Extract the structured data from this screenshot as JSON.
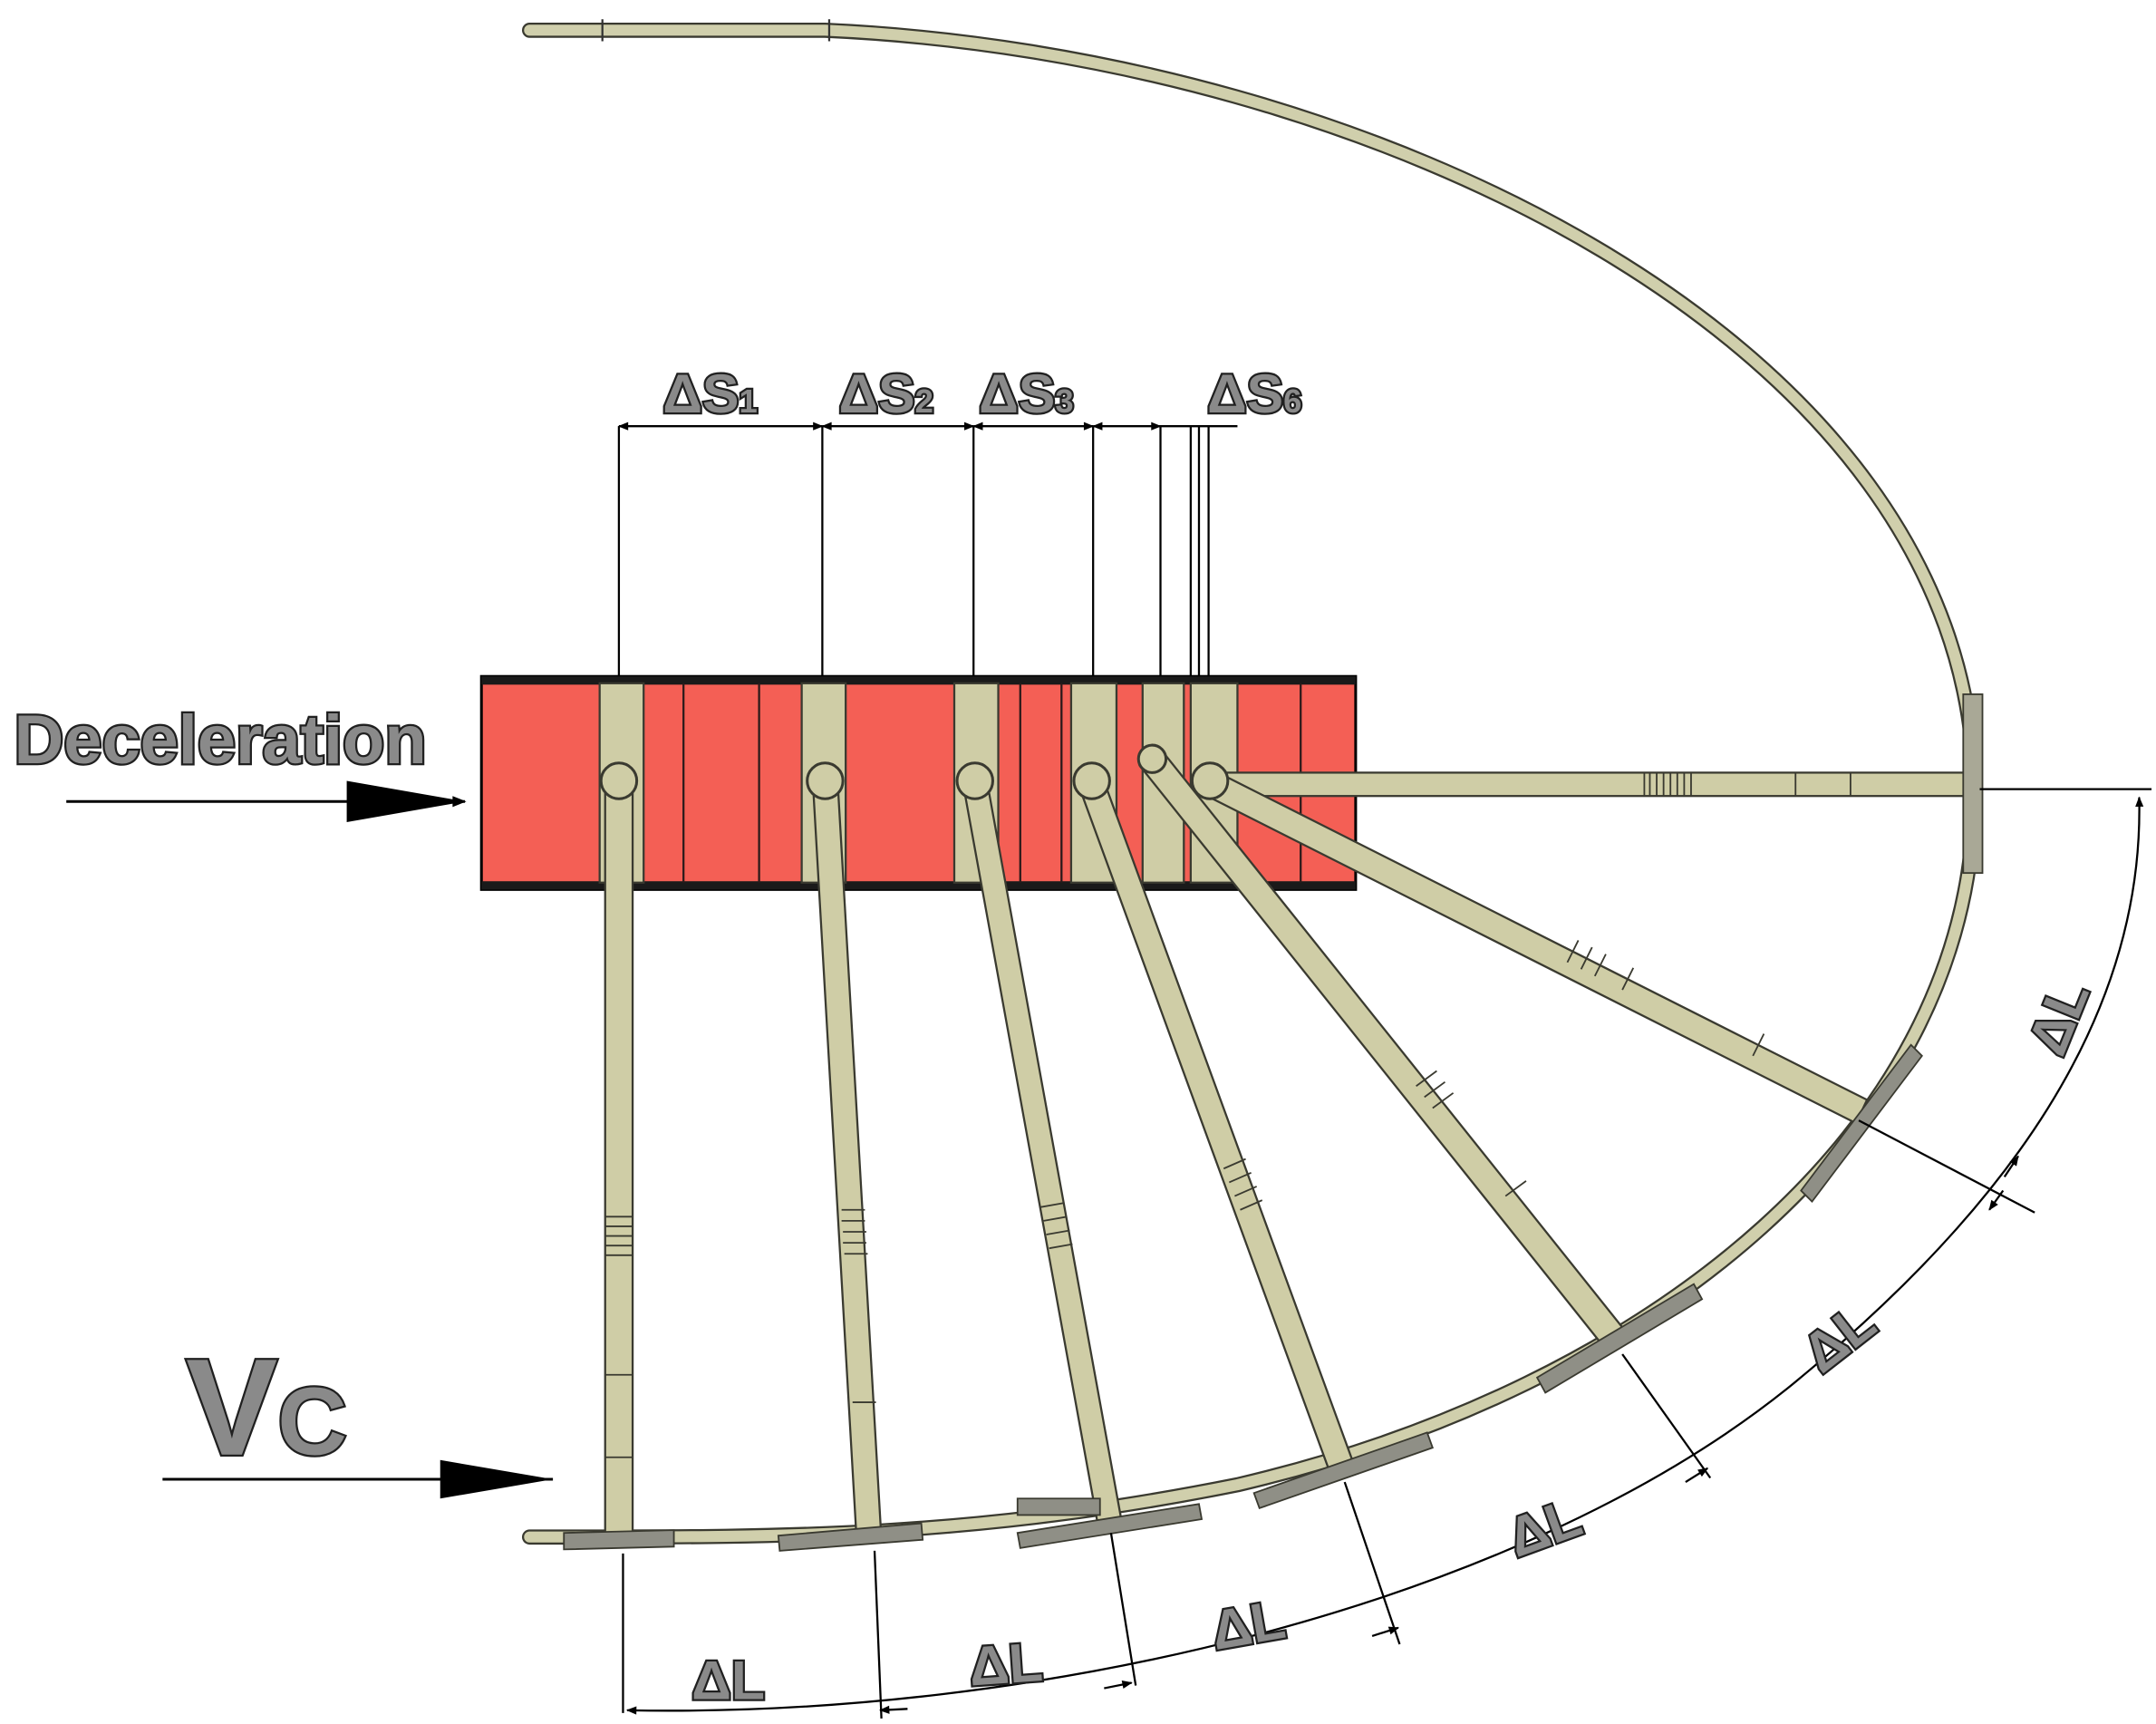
{
  "labels": {
    "deceleration": "Deceleration",
    "vc_main": "V",
    "vc_sub": "C",
    "ds1": "ΔS",
    "ds1_sub": "1",
    "ds2": "ΔS",
    "ds2_sub": "2",
    "ds3": "ΔS",
    "ds3_sub": "3",
    "ds6": "ΔS",
    "ds6_sub": "6",
    "dl": "ΔL"
  },
  "colors": {
    "carriage": "#f45f55",
    "rod": "#cfcda6",
    "rod_edge": "#3a3a30",
    "cable": "#d0cfac",
    "ink": "#000000",
    "text_fill": "#8a8a8a"
  }
}
